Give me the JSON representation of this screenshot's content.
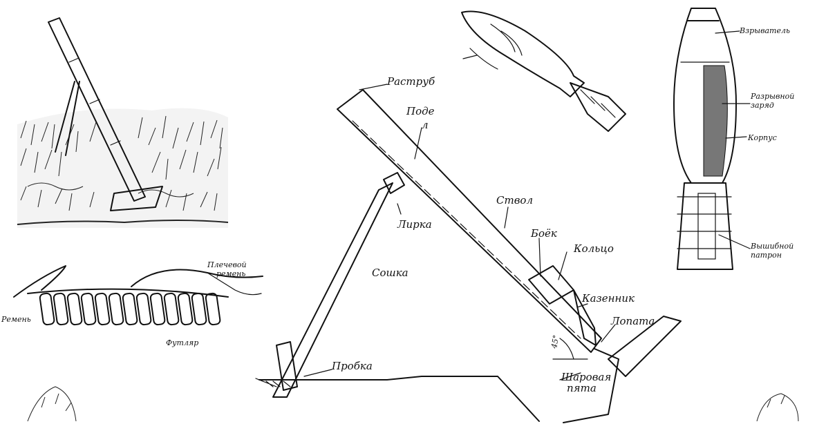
{
  "mortar_labels": {
    "rastrub": "Раструб",
    "pode": "Поде",
    "pode2": "л",
    "lirka": "Лирка",
    "soshka": "Сошка",
    "stvol": "Ствол",
    "boek": "Боёк",
    "koltso": "Кольцо",
    "kazennik": "Казенник",
    "lopata": "Лопата",
    "probka": "Пробка",
    "sharovaya": "Шаровая",
    "pyata": "пята",
    "angle": "45°"
  },
  "shell_labels": {
    "vzryvatel": "Взрыватель",
    "razryvnoy": "Разрывной",
    "zaryad": "заряд",
    "korpus": "Корпус",
    "vyshibnoy": "Вышибной",
    "patron": "патрон"
  },
  "belt_labels": {
    "plechevoy": "Плечевой",
    "remen_top": "ремень",
    "remen": "Ремень",
    "futlyar": "Футляр"
  }
}
